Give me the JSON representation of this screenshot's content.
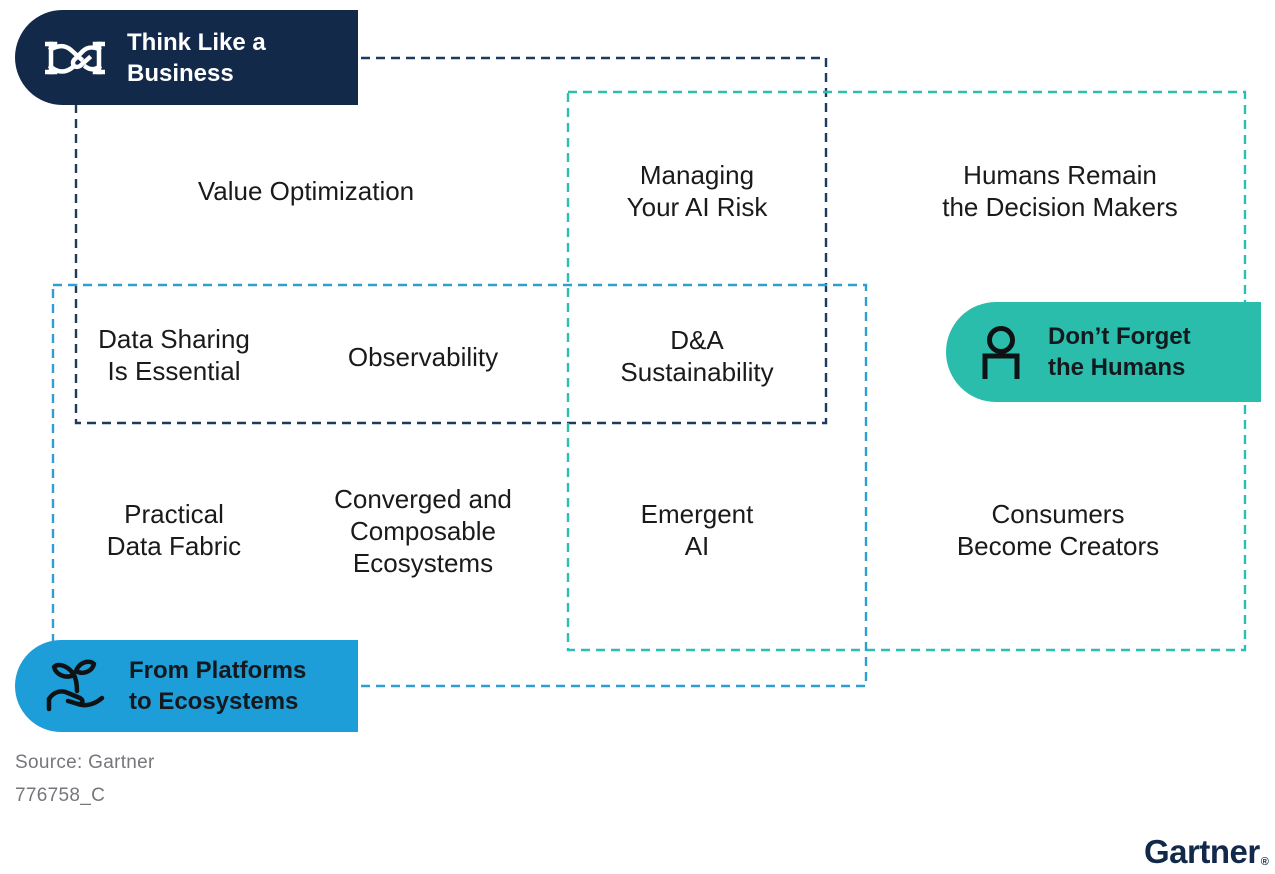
{
  "colors": {
    "navy": "#12294A",
    "teal": "#2BBDAC",
    "blue": "#1E9ED8",
    "navy_dash": "#1D3A5E",
    "teal_dash": "#2CBEB3",
    "blue_dash": "#2E9FD0",
    "label_text": "#1A1A1A",
    "pill_dark_text": "#14191E",
    "pill_light_text": "#FFFFFF",
    "footer_text": "#76767B",
    "icon_dark": "#0F1215",
    "icon_light": "#FFFFFF",
    "background": "#FFFFFF"
  },
  "pills": [
    {
      "id": "think-like-a-business",
      "icon": "handshake-icon",
      "lines": [
        "Think Like a",
        "Business"
      ]
    },
    {
      "id": "dont-forget-the-humans",
      "icon": "person-icon",
      "lines": [
        "Don’t Forget",
        "the Humans"
      ]
    },
    {
      "id": "from-platforms-to-ecosystems",
      "icon": "plant-hand-icon",
      "lines": [
        "From Platforms",
        "to Ecosystems"
      ]
    }
  ],
  "trends": [
    {
      "id": "value-optimization",
      "lines": [
        "Value Optimization"
      ]
    },
    {
      "id": "managing-your-ai-risk",
      "lines": [
        "Managing",
        "Your AI Risk"
      ]
    },
    {
      "id": "humans-remain-the-decision-makers",
      "lines": [
        "Humans Remain",
        "the Decision Makers"
      ]
    },
    {
      "id": "data-sharing-is-essential",
      "lines": [
        "Data Sharing",
        "Is Essential"
      ]
    },
    {
      "id": "observability",
      "lines": [
        "Observability"
      ]
    },
    {
      "id": "da-sustainability",
      "lines": [
        "D&A",
        "Sustainability"
      ]
    },
    {
      "id": "practical-data-fabric",
      "lines": [
        "Practical",
        "Data Fabric"
      ]
    },
    {
      "id": "converged-and-composable-ecosystems",
      "lines": [
        "Converged and",
        "Composable",
        "Ecosystems"
      ]
    },
    {
      "id": "emergent-ai",
      "lines": [
        "Emergent",
        "AI"
      ]
    },
    {
      "id": "consumers-become-creators",
      "lines": [
        "Consumers",
        "Become Creators"
      ]
    }
  ],
  "footer": {
    "source": "Source: Gartner",
    "code": "776758_C"
  },
  "brand": {
    "name": "Gartner",
    "registered": "®"
  }
}
